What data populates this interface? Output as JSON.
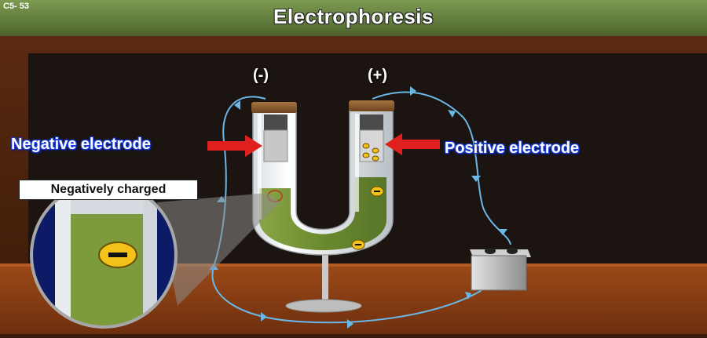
{
  "header": {
    "slide_code": "C5- 53",
    "title": "Electrophoresis"
  },
  "diagram": {
    "negative_polarity": "(-)",
    "positive_polarity": "(+)",
    "negative_electrode_label": "Negative electrode",
    "positive_electrode_label": "Positive electrode",
    "callout_label": "Negatively charged",
    "particle_sign": "−"
  },
  "colors": {
    "board": "#1b1410",
    "table": "#8a3e14",
    "liquid": "#6f8b33",
    "arrow": "#e0201e",
    "wire": "#6ab8e8",
    "label_outline": "#1b3fd6",
    "particle": "#f2c21a"
  }
}
